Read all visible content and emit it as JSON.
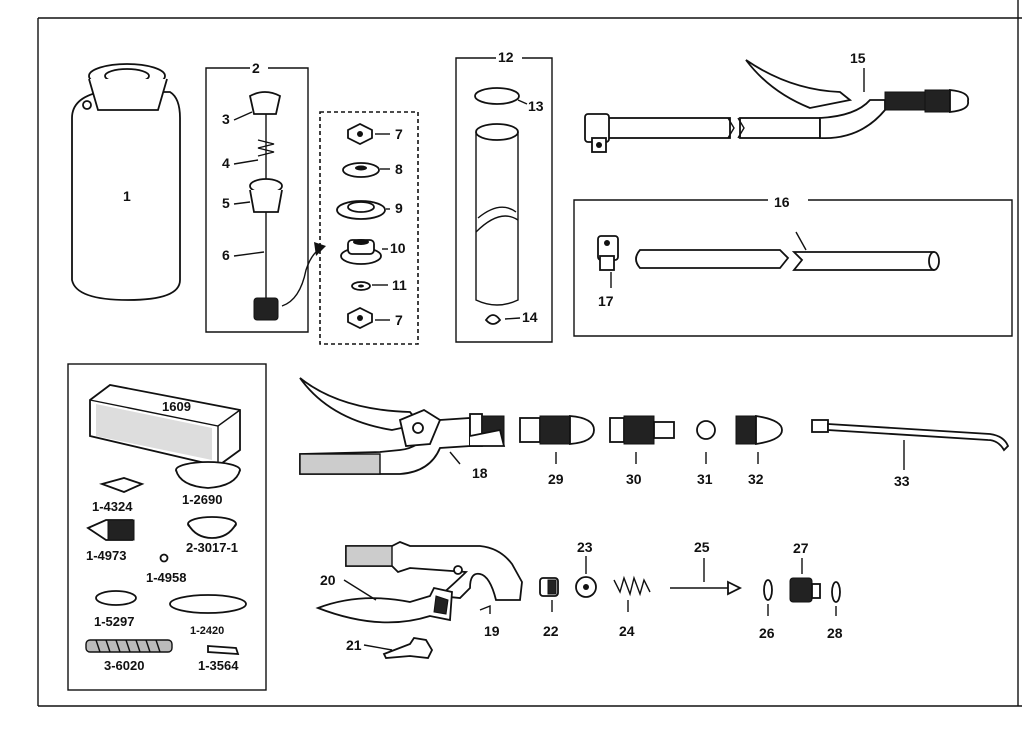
{
  "labels": {
    "p1": "1",
    "p2": "2",
    "p3": "3",
    "p4": "4",
    "p5": "5",
    "p6": "6",
    "p7a": "7",
    "p7b": "7",
    "p8": "8",
    "p9": "9",
    "p10": "10",
    "p11": "11",
    "p12": "12",
    "p13": "13",
    "p14": "14",
    "p15": "15",
    "p16": "16",
    "p17": "17",
    "p18": "18",
    "p19": "19",
    "p20": "20",
    "p21": "21",
    "p22": "22",
    "p23": "23",
    "p24": "24",
    "p25": "25",
    "p26": "26",
    "p27": "27",
    "p28": "28",
    "p29": "29",
    "p30": "30",
    "p31": "31",
    "p32": "32",
    "p33": "33"
  },
  "kit": {
    "k1609": "1609",
    "k14324": "1-4324",
    "k12690": "1-2690",
    "k14973": "1-4973",
    "k230171": "2-3017-1",
    "k14958": "1-4958",
    "k15297": "1-5297",
    "k12420": "1-2420",
    "k36020": "3-6020",
    "k13564": "1-3564"
  }
}
